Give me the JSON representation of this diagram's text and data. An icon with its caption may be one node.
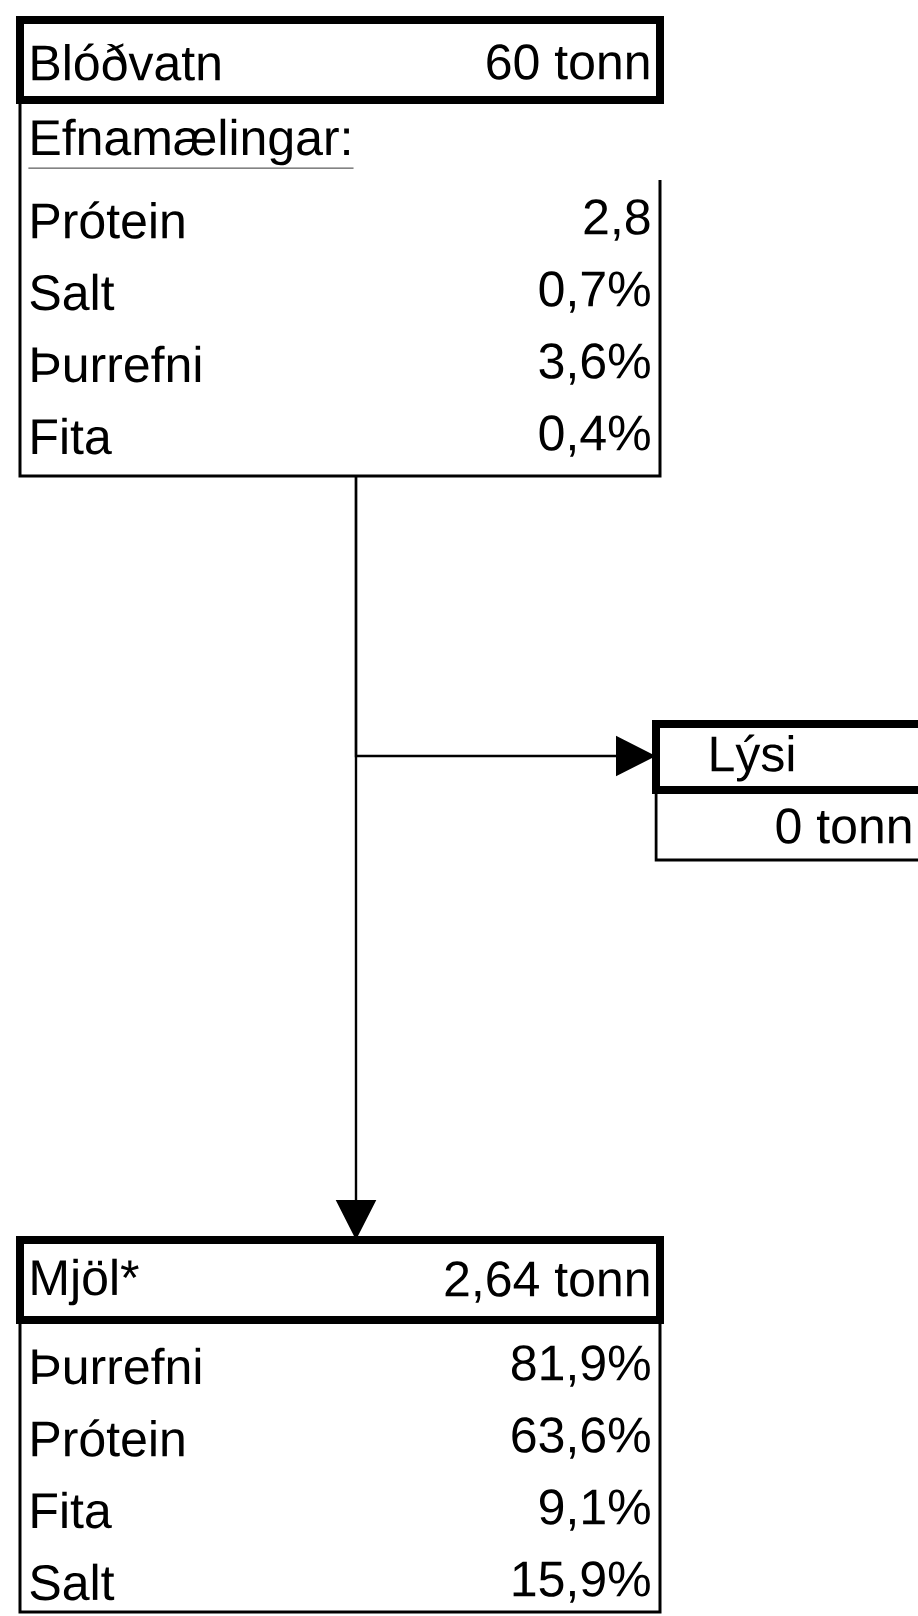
{
  "diagram": {
    "nodes": [
      {
        "text": [
          "Blóðvatn",
          "60 tonn",
          "Efnamælingar:",
          "Prótein",
          "2,8",
          "Salt",
          "0,7%",
          "Þurrefni",
          "3,6%",
          "Fita",
          "0,4%"
        ]
      },
      {
        "text": [
          "Lýsi",
          "0 tonn"
        ]
      },
      {
        "text": [
          "Mjöl*",
          "2,64 tonn",
          "Þurrefni",
          "81,9%",
          "Prótein",
          "63,6%",
          "Fita",
          "9,1%",
          "Salt",
          "15,9%"
        ]
      }
    ],
    "edges": [
      {
        "from": 0,
        "to": 1,
        "arrow": "to"
      },
      {
        "from": 0,
        "to": 2,
        "arrow": "to"
      }
    ]
  }
}
